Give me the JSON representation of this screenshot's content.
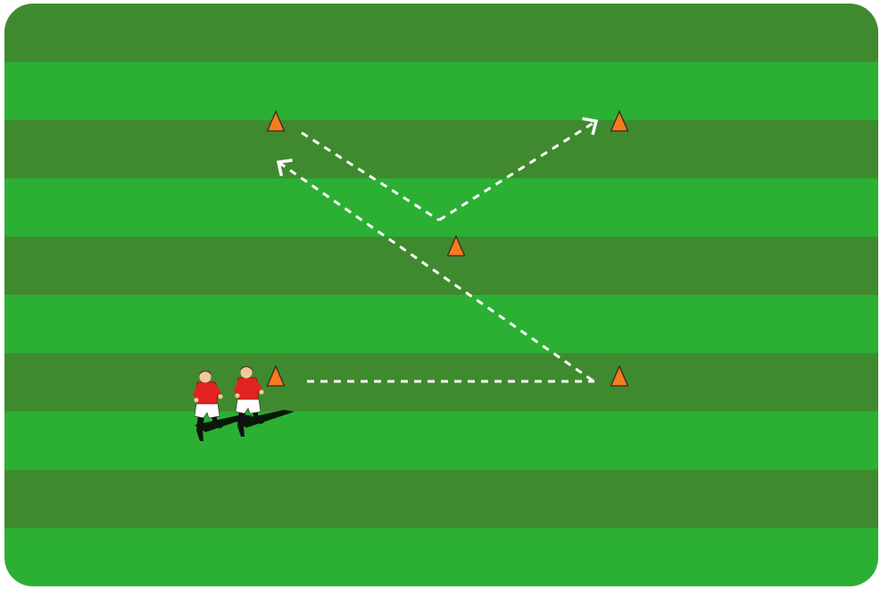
{
  "pitch": {
    "stripe_dark": "#3f8a2e",
    "stripe_light": "#2bb033",
    "stripe_count": 10,
    "line_color": "#ffffff"
  },
  "cones": [
    {
      "id": "top-left",
      "color": "#f47b20",
      "icon": "cone-icon"
    },
    {
      "id": "top-right",
      "color": "#f47b20",
      "icon": "cone-icon"
    },
    {
      "id": "center",
      "color": "#f47b20",
      "icon": "cone-icon"
    },
    {
      "id": "bottom-left",
      "color": "#f47b20",
      "icon": "cone-icon"
    },
    {
      "id": "bottom-right",
      "color": "#f47b20",
      "icon": "cone-icon"
    }
  ],
  "paths": [
    {
      "from": "bottom-left",
      "to": "bottom-right",
      "style": "dashed",
      "arrow": false
    },
    {
      "from": "bottom-right",
      "to": "top-left",
      "style": "dashed",
      "arrow": true
    },
    {
      "from": "top-left",
      "to": "center",
      "style": "dashed",
      "arrow": false
    },
    {
      "from": "center",
      "to": "top-right",
      "style": "dashed",
      "arrow": true
    }
  ],
  "players": [
    {
      "icon": "player-icon",
      "kit": "#e32222",
      "shorts": "#ffffff"
    },
    {
      "icon": "player-icon",
      "kit": "#e32222",
      "shorts": "#ffffff"
    }
  ]
}
